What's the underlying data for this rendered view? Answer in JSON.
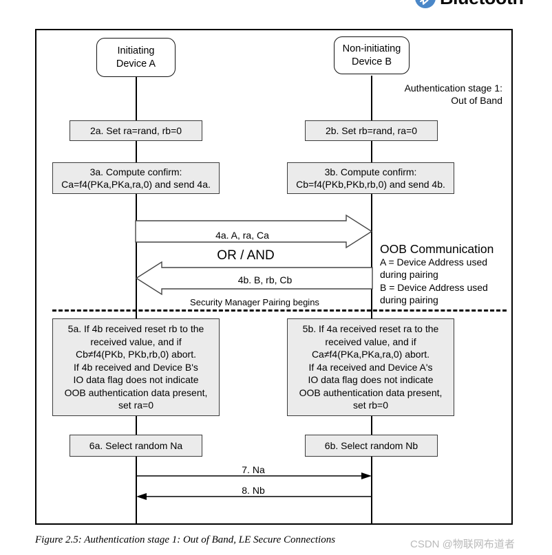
{
  "brand": {
    "name": "Bluetooth",
    "logo_icon": "bluetooth-logo-icon",
    "logo_color": "#4a87c8"
  },
  "figure": {
    "caption": "Figure 2.5:  Authentication stage 1: Out of Band, LE Secure Connections",
    "stage_label": "Authentication stage 1:\nOut of Band",
    "divider_label": "Security Manager Pairing begins"
  },
  "actors": [
    {
      "id": "device-a",
      "label": "Initiating\nDevice A"
    },
    {
      "id": "device-b",
      "label": "Non-initiating\nDevice B"
    }
  ],
  "steps": [
    {
      "id": "2a",
      "lane": "a",
      "label": "2a. Set ra=rand, rb=0"
    },
    {
      "id": "2b",
      "lane": "b",
      "label": "2b. Set rb=rand, ra=0"
    },
    {
      "id": "3a",
      "lane": "a",
      "label": "3a. Compute confirm:\nCa=f4(PKa,PKa,ra,0) and send 4a."
    },
    {
      "id": "3b",
      "lane": "b",
      "label": "3b. Compute confirm:\nCb=f4(PKb,PKb,rb,0) and send 4b."
    },
    {
      "id": "5a",
      "lane": "a",
      "label": "5a. If 4b received reset rb to the\nreceived value, and if\nCb≠f4(PKb, PKb,rb,0) abort.\nIf 4b received and Device B's\nIO data flag does not indicate\nOOB authentication data present,\nset ra=0"
    },
    {
      "id": "5b",
      "lane": "b",
      "label": "5b. If 4a received reset ra to the\nreceived value, and if\nCa≠f4(PKa,PKa,ra,0) abort.\nIf 4a received and Device A's\nIO data flag does not indicate\nOOB authentication data present,\nset rb=0"
    },
    {
      "id": "6a",
      "lane": "a",
      "label": "6a. Select random Na"
    },
    {
      "id": "6b",
      "lane": "b",
      "label": "6b. Select random Nb"
    }
  ],
  "messages": [
    {
      "id": "4a",
      "label": "4a. A, ra, Ca",
      "direction": "a-to-b",
      "style": "block"
    },
    {
      "id": "or-and",
      "label": "OR / AND",
      "direction": "none",
      "style": "text"
    },
    {
      "id": "4b",
      "label": "4b. B, rb, Cb",
      "direction": "b-to-a",
      "style": "block"
    },
    {
      "id": "7",
      "label": "7. Na",
      "direction": "a-to-b",
      "style": "thin"
    },
    {
      "id": "8",
      "label": "8. Nb",
      "direction": "b-to-a",
      "style": "thin"
    }
  ],
  "oob_legend": {
    "title": "OOB Communication",
    "lines": [
      "A = Device Address used",
      "      during pairing",
      "B = Device Address used",
      "      during pairing"
    ],
    "full_text": "A = Device Address used\n      during pairing\nB = Device Address used\n      during pairing"
  },
  "watermark": {
    "text": "CSDN @物联网布道者",
    "color": "#b9b9b9"
  },
  "colors": {
    "box_fill": "#ebebeb",
    "box_border": "#3a3a3a",
    "line": "#000000",
    "frame": "#000000",
    "page_background": "#ffffff"
  }
}
